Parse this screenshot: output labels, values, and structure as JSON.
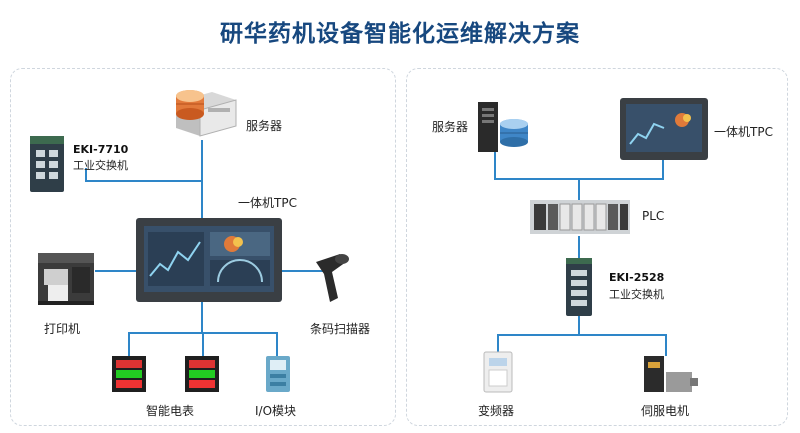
{
  "title": "研华药机设备智能化运维解决方案",
  "left": {
    "server": "服务器",
    "switch_model": "EKI-7710",
    "switch_name": "工业交换机",
    "tpc": "一体机TPC",
    "printer": "打印机",
    "scanner": "条码扫描器",
    "meter": "智能电表",
    "io": "I/O模块"
  },
  "right": {
    "server": "服务器",
    "tpc": "一体机TPC",
    "plc": "PLC",
    "switch_model": "EKI-2528",
    "switch_name": "工业交换机",
    "inverter": "变频器",
    "servo": "伺服电机"
  },
  "colors": {
    "title": "#17487f",
    "link": "#2e86c8",
    "panel_border": "#cfd6de"
  }
}
